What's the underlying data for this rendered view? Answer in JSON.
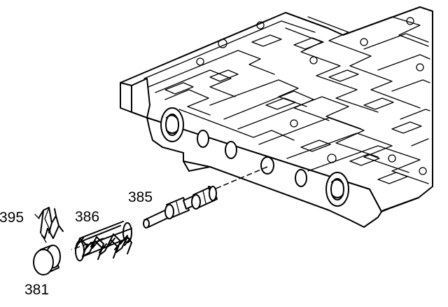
{
  "callouts": {
    "valve": "385",
    "spring": "386",
    "retainer_clip": "395",
    "bore_plug": "381"
  }
}
